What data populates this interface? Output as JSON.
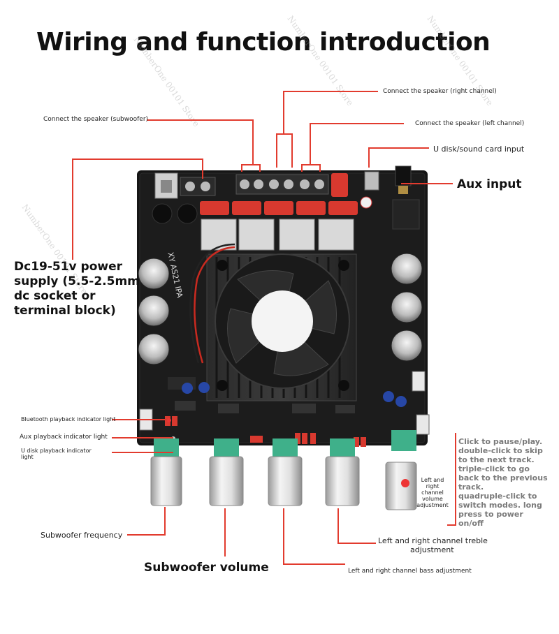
{
  "title": "Wiring and function introduction",
  "labels": {
    "speaker_right": "Connect the speaker (right channel)",
    "speaker_sub": "Connect the speaker (subwoofer)",
    "speaker_left": "Connect the speaker (left channel)",
    "udisk_input": "U disk/sound card input",
    "aux_input": "Aux input",
    "power_supply": [
      "Dc19-51v power",
      "supply (5.5-2.5mm",
      "dc socket or",
      "terminal block)"
    ],
    "bt_light": "Bluetooth playback indicator light",
    "aux_light": "Aux playback indicator light",
    "udisk_light": [
      "U disk playback indicator",
      "light"
    ],
    "sub_frequency": "Subwoofer frequency",
    "sub_volume": "Subwoofer volume",
    "treble": [
      "Left and right channel treble",
      "adjustment"
    ],
    "bass": "Left and right channel bass adjustment",
    "lr_volume": [
      "Left and",
      "right",
      "channel",
      "volume",
      "adjustment"
    ],
    "knob_note": [
      "Click to pause/play.",
      "double-click to skip",
      "to the next track.",
      "triple-click to go",
      "back to the previous",
      "track.",
      "quadruple-click to",
      "switch modes. long",
      "press to power",
      "on/off"
    ]
  },
  "board_marking": "XY AS21 IPA",
  "watermark": "NumberOne 00101 Store",
  "colors": {
    "leader": "#e23b2e",
    "board": "#1a1a1a",
    "capacitor_red": "#d8392f",
    "knob_base": "#3fb08a",
    "note_text": "#7a7a7a"
  }
}
